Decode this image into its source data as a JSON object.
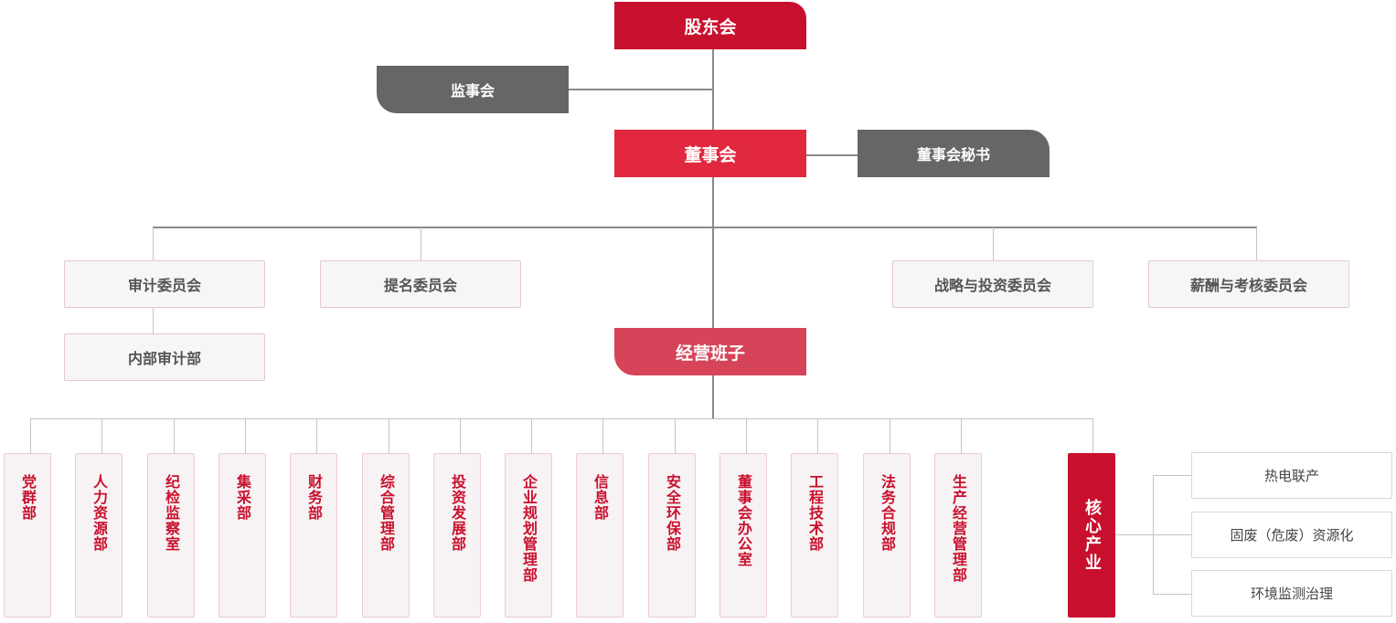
{
  "shareholders": "股东会",
  "supervisors": "监事会",
  "board": "董事会",
  "board_secretary": "董事会秘书",
  "committees": [
    "审计委员会",
    "提名委员会",
    "战略与投资委员会",
    "薪酬与考核委员会"
  ],
  "internal_audit": "内部审计部",
  "management": "经营班子",
  "departments": [
    "党群部",
    "人力资源部",
    "纪检监察室",
    "集采部",
    "财务部",
    "综合管理部",
    "投资发展部",
    "企业规划管理部",
    "信息部",
    "安全环保部",
    "董事会办公室",
    "工程技术部",
    "法务合规部",
    "生产经营管理部"
  ],
  "core_industry": {
    "label": "核心产业",
    "items": [
      "热电联产",
      "固废（危废）资源化",
      "环境监测治理"
    ]
  },
  "colors": {
    "primary_red": "#c8102e",
    "board_red": "#e1283f",
    "management_red": "#d6445a",
    "gray": "#666666"
  }
}
